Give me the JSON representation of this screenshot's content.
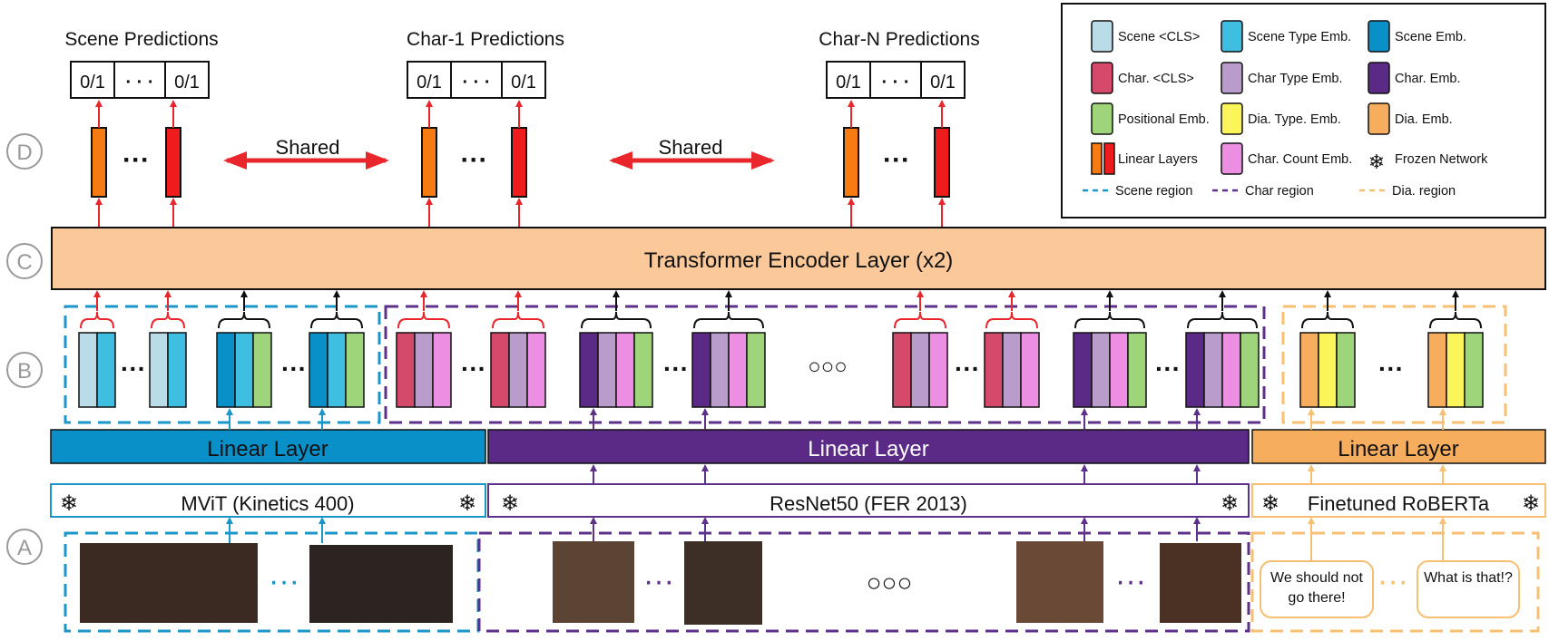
{
  "stage_labels": [
    "D",
    "C",
    "B",
    "A"
  ],
  "predictions": {
    "scene": {
      "title": "Scene Predictions",
      "cells": [
        "0/1",
        "· · ·",
        "0/1"
      ]
    },
    "char1": {
      "title": "Char-1 Predictions",
      "cells": [
        "0/1",
        "· · ·",
        "0/1"
      ]
    },
    "charN": {
      "title": "Char-N Predictions",
      "cells": [
        "0/1",
        "· · ·",
        "0/1"
      ]
    }
  },
  "shared_label": "Shared",
  "dots_h": "···",
  "dots_big": "○○○",
  "transformer_label": "Transformer Encoder Layer (x2)",
  "linear_layers": {
    "scene": "Linear Layer",
    "char": "Linear Layer",
    "dia": "Linear Layer"
  },
  "backbones": {
    "scene": "MViT (Kinetics 400)",
    "char": "ResNet50 (FER 2013)",
    "dia": "Finetuned RoBERTa"
  },
  "dialogues": {
    "first": "We should not go there!",
    "last": "What is that!?"
  },
  "snowflake": "❄",
  "colors": {
    "scene_cls": "#b9dce8",
    "scene_type": "#3ebfe2",
    "scene_emb": "#0a90c8",
    "char_cls": "#d54a6a",
    "char_type": "#b99ccb",
    "char_emb": "#5a2a86",
    "positional": "#9fd57a",
    "dia_type": "#fbf55a",
    "dia_emb": "#f7ad5e",
    "char_count": "#ec8ee2",
    "linear_orange": "#f77b13",
    "linear_red": "#ee1c1c",
    "scene_region": "#1a97c8",
    "char_region": "#5d3189",
    "dia_region": "#f6bf72",
    "transformer_fill": "#fbc899",
    "arrow_red": "#e8262b"
  },
  "legend": {
    "items": [
      {
        "label": "Scene <CLS>",
        "color": "#b9dce8"
      },
      {
        "label": "Scene Type Emb.",
        "color": "#3ebfe2"
      },
      {
        "label": "Scene Emb.",
        "color": "#0a90c8"
      },
      {
        "label": "Char. <CLS>",
        "color": "#d54a6a"
      },
      {
        "label": "Char Type Emb.",
        "color": "#b99ccb"
      },
      {
        "label": "Char. Emb.",
        "color": "#5a2a86"
      },
      {
        "label": "Positional Emb.",
        "color": "#9fd57a"
      },
      {
        "label": "Dia. Type. Emb.",
        "color": "#fbf55a"
      },
      {
        "label": "Dia. Emb.",
        "color": "#f7ad5e"
      },
      {
        "label": "Linear Layers",
        "color": "#f77b13"
      },
      {
        "label": "Char. Count Emb.",
        "color": "#ec8ee2"
      },
      {
        "label": "Frozen Network",
        "color": ""
      }
    ],
    "regions": [
      {
        "label": "Scene region",
        "color": "#1a97c8"
      },
      {
        "label": "Char region",
        "color": "#5d3189"
      },
      {
        "label": "Dia. region",
        "color": "#f6bf72"
      }
    ]
  }
}
